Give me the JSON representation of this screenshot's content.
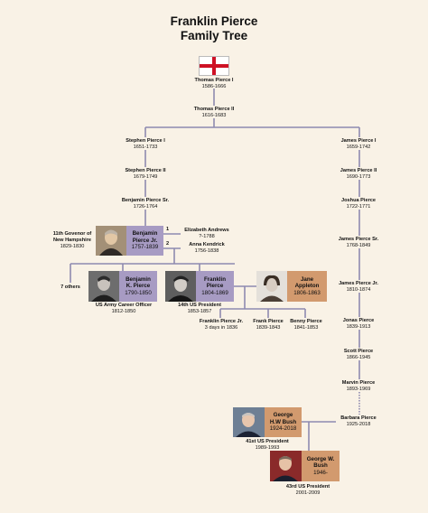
{
  "title": {
    "line1": "Franklin Pierce",
    "line2": "Family Tree"
  },
  "flag_icon": "england-flag-icon",
  "colors": {
    "line": "#8e8ab0",
    "purple_box": "#a79bc3",
    "brown_box": "#d29a6e",
    "background": "#f9f2e6"
  },
  "people": {
    "thomas1": {
      "name": "Thomas Pierce I",
      "dates": "1586-1666"
    },
    "thomas2": {
      "name": "Thomas Pierce II",
      "dates": "1616-1683"
    },
    "stephen1": {
      "name": "Stephen Pierce I",
      "dates": "1651-1733"
    },
    "stephen2": {
      "name": "Stephen Pierce II",
      "dates": "1679-1749"
    },
    "benjamin_sr": {
      "name": "Benjamin Pierce Sr.",
      "dates": "1726-1764"
    },
    "benjamin_jr": {
      "name_line1": "Benjamin",
      "name_line2": "Pierce Jr.",
      "dates": "1757-1839"
    },
    "benjamin_jr_note": {
      "line1": "11th Govenor of",
      "line2": "New Hampshire",
      "line3": "1829-1830"
    },
    "elizabeth": {
      "marker": "1",
      "name": "Elizabeth Andrews",
      "dates": "?-1788"
    },
    "anna": {
      "marker": "2",
      "name": "Anna Kendrick",
      "dates": "1756-1838"
    },
    "others": {
      "label": "7 others"
    },
    "benjamin_k": {
      "name_line1": "Benjamin",
      "name_line2": "K. Pierce",
      "dates": "1790-1850",
      "note1": "US Army Career Officer",
      "note2": "1812-1850"
    },
    "franklin": {
      "name_line1": "Franklin",
      "name_line2": "Pierce",
      "dates": "1804-1869",
      "note1": "14th US President",
      "note2": "1853-1857"
    },
    "jane": {
      "name_line1": "Jane",
      "name_line2": "Appleton",
      "dates": "1806-1863"
    },
    "franklin_jr": {
      "name": "Franklin Pierce Jr.",
      "dates": "3 days in 1836"
    },
    "frank": {
      "name": "Frank Pierce",
      "dates": "1839-1843"
    },
    "benny": {
      "name": "Benny Pierce",
      "dates": "1841-1853"
    },
    "james1": {
      "name": "James Pierce I",
      "dates": "1659-1742"
    },
    "james2": {
      "name": "James Pierce II",
      "dates": "1690-1773"
    },
    "joshua": {
      "name": "Joshua Pierce",
      "dates": "1722-1771"
    },
    "james_sr": {
      "name": "James Pierce Sr.",
      "dates": "1768-1849"
    },
    "james_jr": {
      "name": "James Pierce Jr.",
      "dates": "1810-1874"
    },
    "jonas": {
      "name": "Jonas Pierce",
      "dates": "1839-1913"
    },
    "scott": {
      "name": "Scott Pierce",
      "dates": "1866-1945"
    },
    "marvin": {
      "name": "Marvin Pierce",
      "dates": "1893-1969"
    },
    "barbara": {
      "name": "Barbara Pierce",
      "dates": "1925-2018"
    },
    "ghw_bush": {
      "name_line1": "George",
      "name_line2": "H.W Bush",
      "dates": "1924-2018",
      "note1": "41st US President",
      "note2": "1989-1993"
    },
    "gw_bush": {
      "name_line1": "George W.",
      "name_line2": "Bush",
      "dates": "1946-",
      "note1": "43rd US President",
      "note2": "2001-2009"
    }
  }
}
